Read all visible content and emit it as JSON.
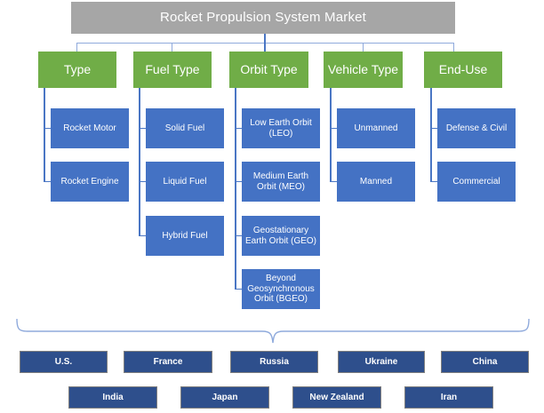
{
  "title": {
    "label": "Rocket Propulsion System Market",
    "color": "#a6a6a6"
  },
  "colors": {
    "category": "#70ad47",
    "subcategory": "#4472c4",
    "country": "#2e4f8c",
    "connector": "#4a76c4",
    "connector_light": "#8faadc"
  },
  "categories": [
    {
      "label": "Type",
      "children": [
        {
          "label": "Rocket Motor"
        },
        {
          "label": "Rocket Engine"
        }
      ]
    },
    {
      "label": "Fuel Type",
      "children": [
        {
          "label": "Solid Fuel"
        },
        {
          "label": "Liquid Fuel"
        },
        {
          "label": "Hybrid Fuel"
        }
      ]
    },
    {
      "label": "Orbit Type",
      "children": [
        {
          "label": "Low Earth Orbit (LEO)"
        },
        {
          "label": "Medium Earth Orbit (MEO)"
        },
        {
          "label": "Geostationary Earth Orbit (GEO)"
        },
        {
          "label": "Beyond Geosynchronous Orbit (BGEO)"
        }
      ]
    },
    {
      "label": "Vehicle Type",
      "children": [
        {
          "label": "Unmanned"
        },
        {
          "label": "Manned"
        }
      ]
    },
    {
      "label": "End-Use",
      "children": [
        {
          "label": "Defense & Civil"
        },
        {
          "label": "Commercial"
        }
      ]
    }
  ],
  "countries": {
    "row1": [
      {
        "label": "U.S."
      },
      {
        "label": "France"
      },
      {
        "label": "Russia"
      },
      {
        "label": "Ukraine"
      },
      {
        "label": "China"
      }
    ],
    "row2": [
      {
        "label": "India"
      },
      {
        "label": "Japan"
      },
      {
        "label": "New Zealand"
      },
      {
        "label": "Iran"
      }
    ]
  }
}
